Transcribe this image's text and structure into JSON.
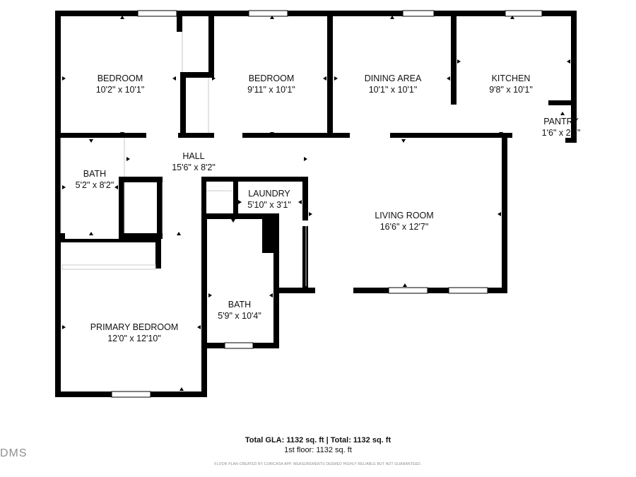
{
  "rooms": [
    {
      "name": "BEDROOM",
      "dims": "10'2\" x 10'1\""
    },
    {
      "name": "BEDROOM",
      "dims": "9'11\" x 10'1\""
    },
    {
      "name": "DINING AREA",
      "dims": "10'1\" x 10'1\""
    },
    {
      "name": "KITCHEN",
      "dims": "9'8\" x 10'1\""
    },
    {
      "name": "PANTRY",
      "dims": "1'6\" x 2'3\""
    },
    {
      "name": "HALL",
      "dims": "15'6\" x 8'2\""
    },
    {
      "name": "BATH",
      "dims": "5'2\" x 8'2\""
    },
    {
      "name": "LAUNDRY",
      "dims": "5'10\" x 3'1\""
    },
    {
      "name": "LIVING ROOM",
      "dims": "16'6\" x 12'7\""
    },
    {
      "name": "BATH",
      "dims": "5'9\" x 10'4\""
    },
    {
      "name": "PRIMARY BEDROOM",
      "dims": "12'0\" x 12'10\""
    }
  ],
  "summary": {
    "total": "Total GLA: 1132 sq. ft | Total: 1132 sq. ft",
    "floor": "1st floor: 1132 sq. ft",
    "disclaimer": "FLOOR PLAN CREATED BY CUBICASA APP. MEASUREMENTS DEEMED HIGHLY RELIABLE BUT NOT GUARANTEED."
  },
  "logo": "DMS"
}
